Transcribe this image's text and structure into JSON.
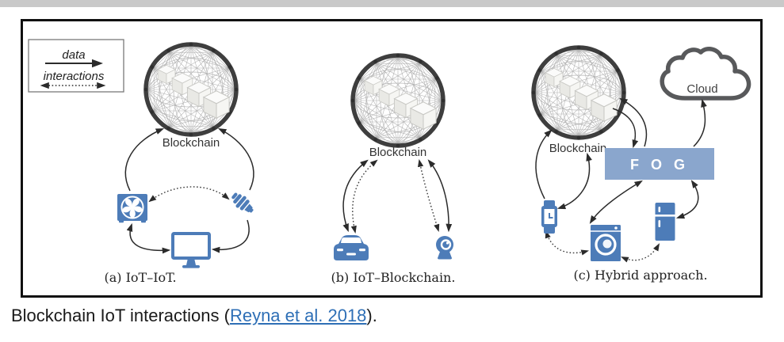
{
  "figure": {
    "legend": {
      "data_label": "data",
      "interactions_label": "interactions"
    },
    "panels": [
      {
        "id": "a",
        "caption": "(a) IoT–IoT.",
        "blockchain_label": "Blockchain",
        "devices": [
          "fan",
          "light-bulb",
          "monitor"
        ]
      },
      {
        "id": "b",
        "caption": "(b) IoT–Blockchain.",
        "blockchain_label": "Blockchain",
        "devices": [
          "car",
          "webcam"
        ]
      },
      {
        "id": "c",
        "caption": "(c) Hybrid approach.",
        "blockchain_label": "Blockchain",
        "fog_label": "F O G",
        "cloud_label": "Cloud",
        "devices": [
          "smartwatch",
          "washing-machine",
          "fridge"
        ]
      }
    ]
  },
  "caption": {
    "prefix": "Blockchain IoT interactions (",
    "link": "Reyna et al. 2018",
    "suffix": ")."
  },
  "colors": {
    "device_blue": "#4d7cb8",
    "fog_blue": "#8aa6cd",
    "globe_ring": "#3e3e3e",
    "cloud_outline": "#58595b",
    "link_blue": "#2e6fb6"
  }
}
